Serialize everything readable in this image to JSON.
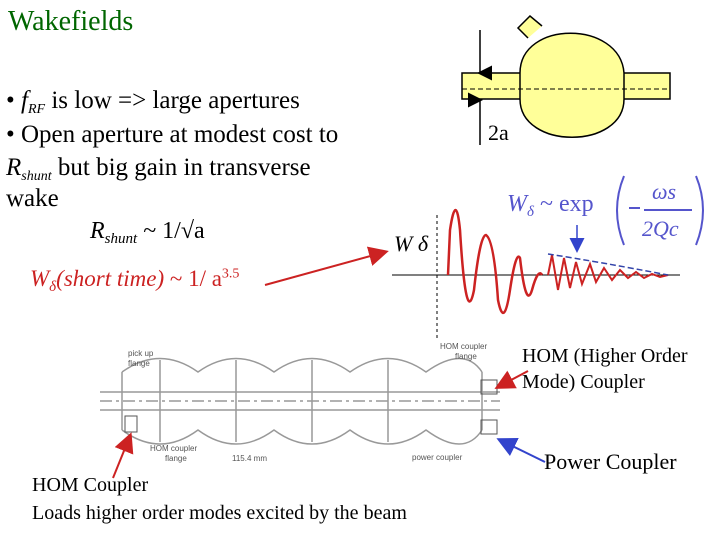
{
  "title": "Wakefields",
  "bullets": {
    "b1_prefix": "• ",
    "b1_f": "f",
    "b1_f_sub": "RF",
    "b1_rest": " is low => large apertures",
    "b2_line1": "• Open aperture at modest cost to",
    "b2_R": "R",
    "b2_R_sub": "shunt",
    "b2_line2_rest": " but big gain in transverse",
    "b2_line3": "wake"
  },
  "formulas": {
    "rshunt_lhs": "R",
    "rshunt_sub": "shunt",
    "rshunt_rhs": "~ 1/√a",
    "wdelta_lhs": "W",
    "wdelta_sub": "δ",
    "wdelta_arg": "(short time)",
    "wdelta_rhs": "~ 1/ a",
    "wdelta_exp": "3.5",
    "exp_lhs": "W",
    "exp_sub": "δ",
    "exp_mid": "~ exp",
    "exp_num": "ωs",
    "exp_den": "2Qc"
  },
  "labels": {
    "aperture": "2a",
    "wake_axis": "W δ",
    "hom_line1": "HOM (Higher Order",
    "hom_line2": "Mode) Coupler",
    "power": "Power Coupler",
    "hom_bottom_line1": "HOM Coupler",
    "hom_bottom_line2": "Loads higher order modes excited by the beam"
  },
  "drawing_labels": {
    "pickup1": "pick up",
    "pickup2": "flange",
    "homflange1": "HOM coupler",
    "homflange2": "flange",
    "homcoupler1": "HOM coupler",
    "homcoupler2": "flange",
    "dimension": "115.4 mm",
    "power_small": "power coupler"
  },
  "colors": {
    "title": "#006600",
    "wake_curve": "#cc2222",
    "arrow": "#cc2222",
    "cavity_fill": "#ffff99",
    "formula_blue": "#5555cc",
    "power_arrow": "#3344cc"
  }
}
